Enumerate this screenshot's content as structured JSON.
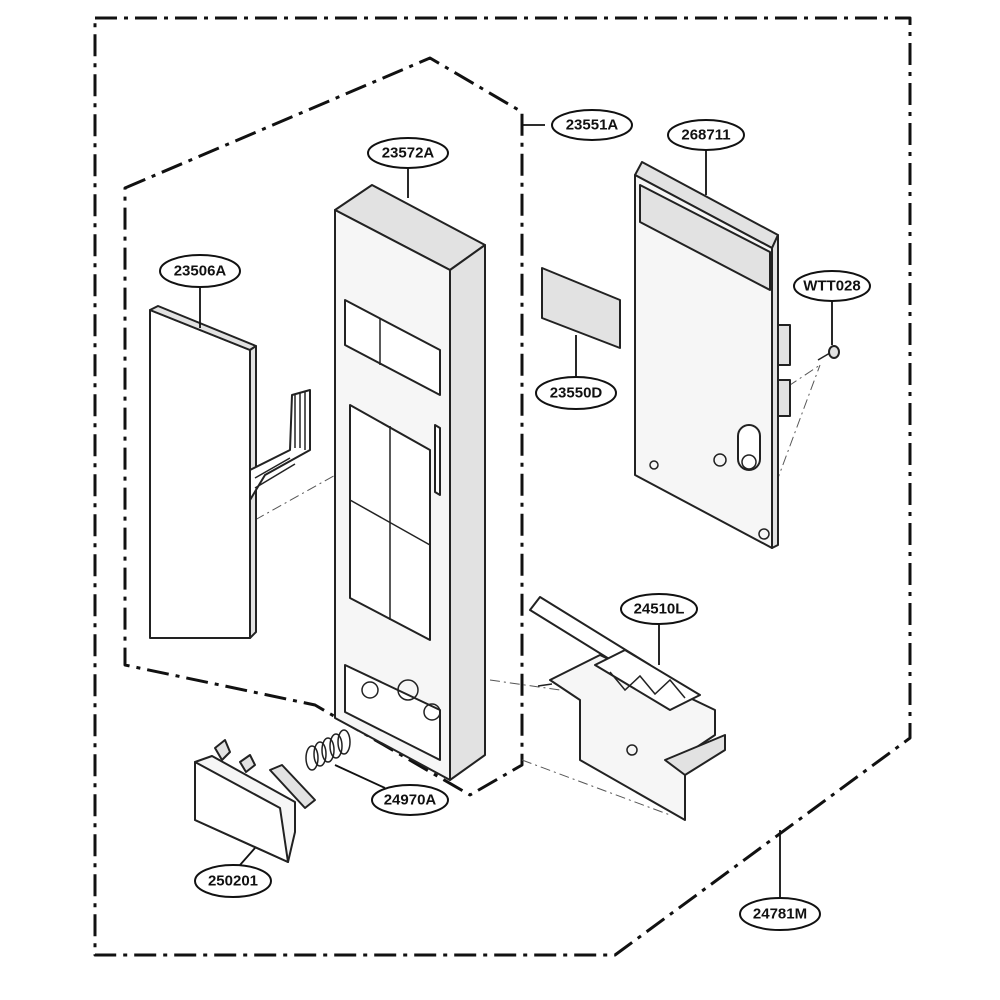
{
  "diagram": {
    "part_labels": {
      "p23551a": "23551A",
      "p23572a": "23572A",
      "p268711": "268711",
      "p23506a": "23506A",
      "pwtt028": "WTT028",
      "p23550d": "23550D",
      "p24510l": "24510L",
      "p24970a": "24970A",
      "p250201": "250201",
      "p24781m": "24781M"
    }
  }
}
